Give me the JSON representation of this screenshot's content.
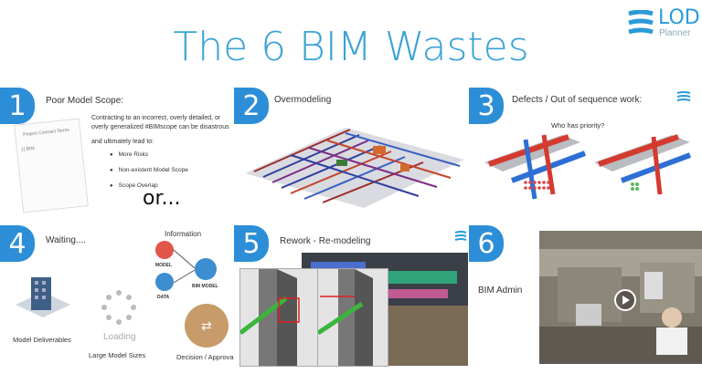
{
  "title": "The 6 BIM Wastes",
  "logo": {
    "lod": "LOD",
    "planner": "Planner"
  },
  "sections": [
    {
      "number": "1",
      "title": "Poor Model Scope:"
    },
    {
      "number": "2",
      "title": "Overmodeling"
    },
    {
      "number": "3",
      "title": "Defects / Out of sequence work:"
    },
    {
      "number": "4",
      "title": "Waiting...."
    },
    {
      "number": "5",
      "title": "Rework - Re-modeling"
    },
    {
      "number": "6",
      "title": "BIM Admin"
    }
  ],
  "scope": {
    "paragraph": "Contracting to an incorrect, overly detailed, or overly generalized #BIMscope can be disastrous",
    "lead": "and ultimately lead to:",
    "bullets": [
      "More Risks",
      "Non-existent Model Scope",
      "Scope Overlap"
    ],
    "or": "or...",
    "doc_line1": "Project Contract Terms",
    "doc_line2": "1) BIM"
  },
  "defects": {
    "question": "Who has priority?"
  },
  "waiting": {
    "deliverables": "Model Deliverables",
    "loading": "Loading",
    "large_models": "Large Model Sizes",
    "information": "Information",
    "model": "MODEL",
    "data": "DATA",
    "bim_model": "BIM MODEL",
    "decision": "Decision / Approva"
  }
}
